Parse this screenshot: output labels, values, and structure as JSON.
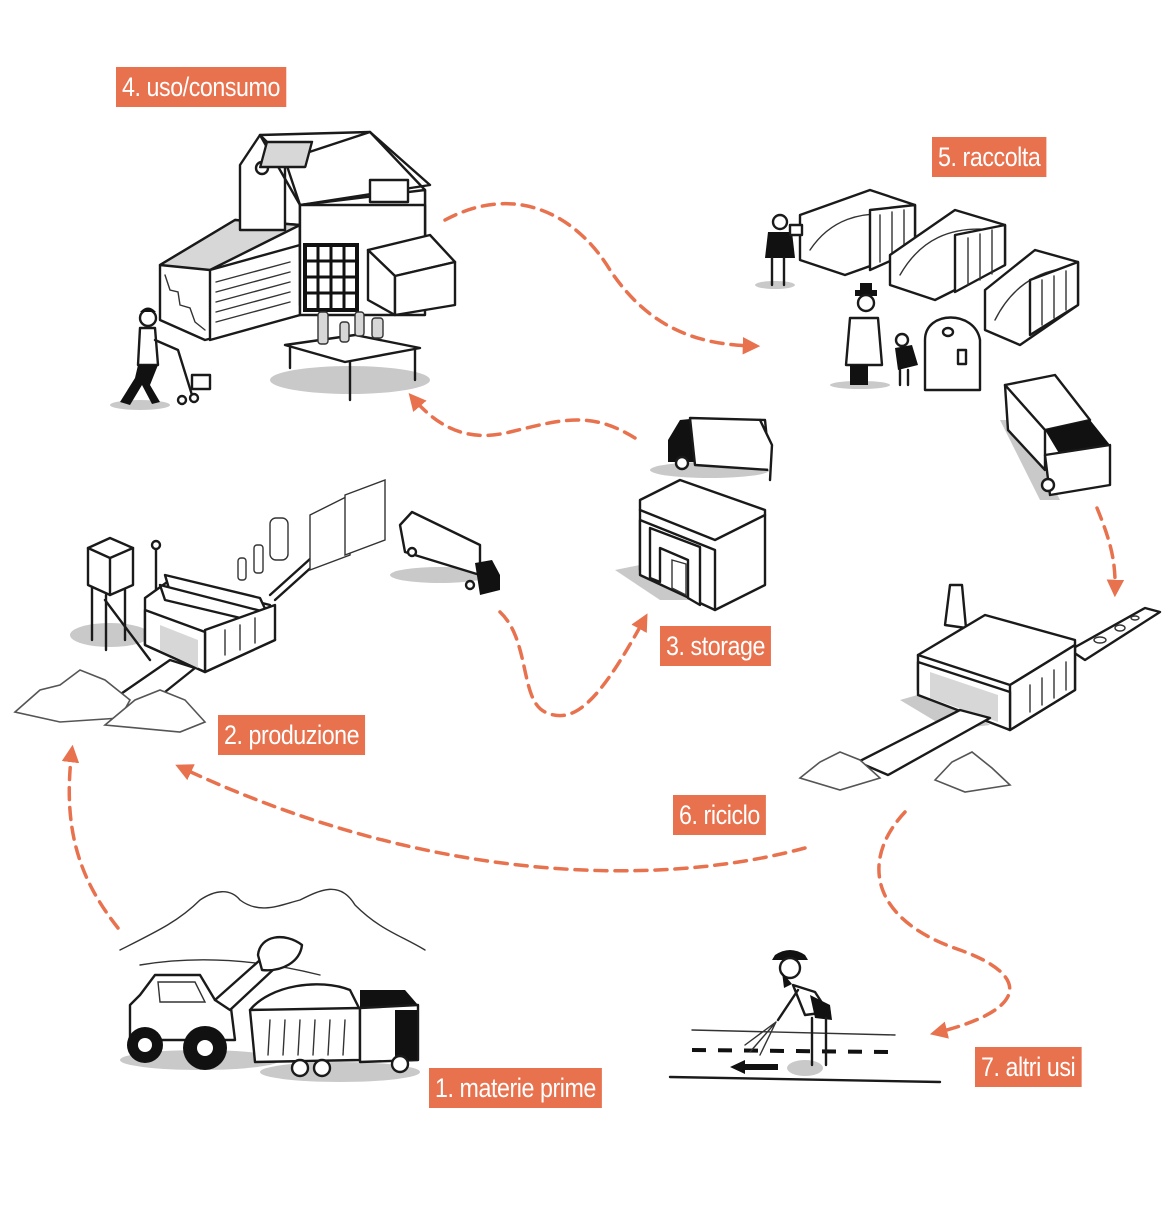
{
  "diagram": {
    "title": "",
    "accent_color": "#E8714E",
    "label_text_color": "#FFFFFF",
    "stages": [
      {
        "id": "1",
        "label": "1. materie prime",
        "illustration": "wheel-loader-and-dump-truck-at-quarry"
      },
      {
        "id": "2",
        "label": "2. produzione",
        "illustration": "factory-with-conveyor-and-products"
      },
      {
        "id": "3",
        "label": "3. storage",
        "illustration": "warehouse-with-delivery-truck"
      },
      {
        "id": "4",
        "label": "4. uso/consumo",
        "illustration": "house-with-solar-panels-and-table"
      },
      {
        "id": "5",
        "label": "5. raccolta",
        "illustration": "recycling-containers-and-collection-truck"
      },
      {
        "id": "6",
        "label": "6. riciclo",
        "illustration": "recycling-plant-with-conveyor"
      },
      {
        "id": "7",
        "label": "7. altri usi",
        "illustration": "worker-painting-road-markings"
      }
    ],
    "flows": [
      {
        "from": "1",
        "to": "2"
      },
      {
        "from": "2",
        "to": "3"
      },
      {
        "from": "3",
        "to": "4"
      },
      {
        "from": "4",
        "to": "5"
      },
      {
        "from": "5",
        "to": "6"
      },
      {
        "from": "6",
        "to": "2"
      },
      {
        "from": "6",
        "to": "7"
      }
    ]
  }
}
